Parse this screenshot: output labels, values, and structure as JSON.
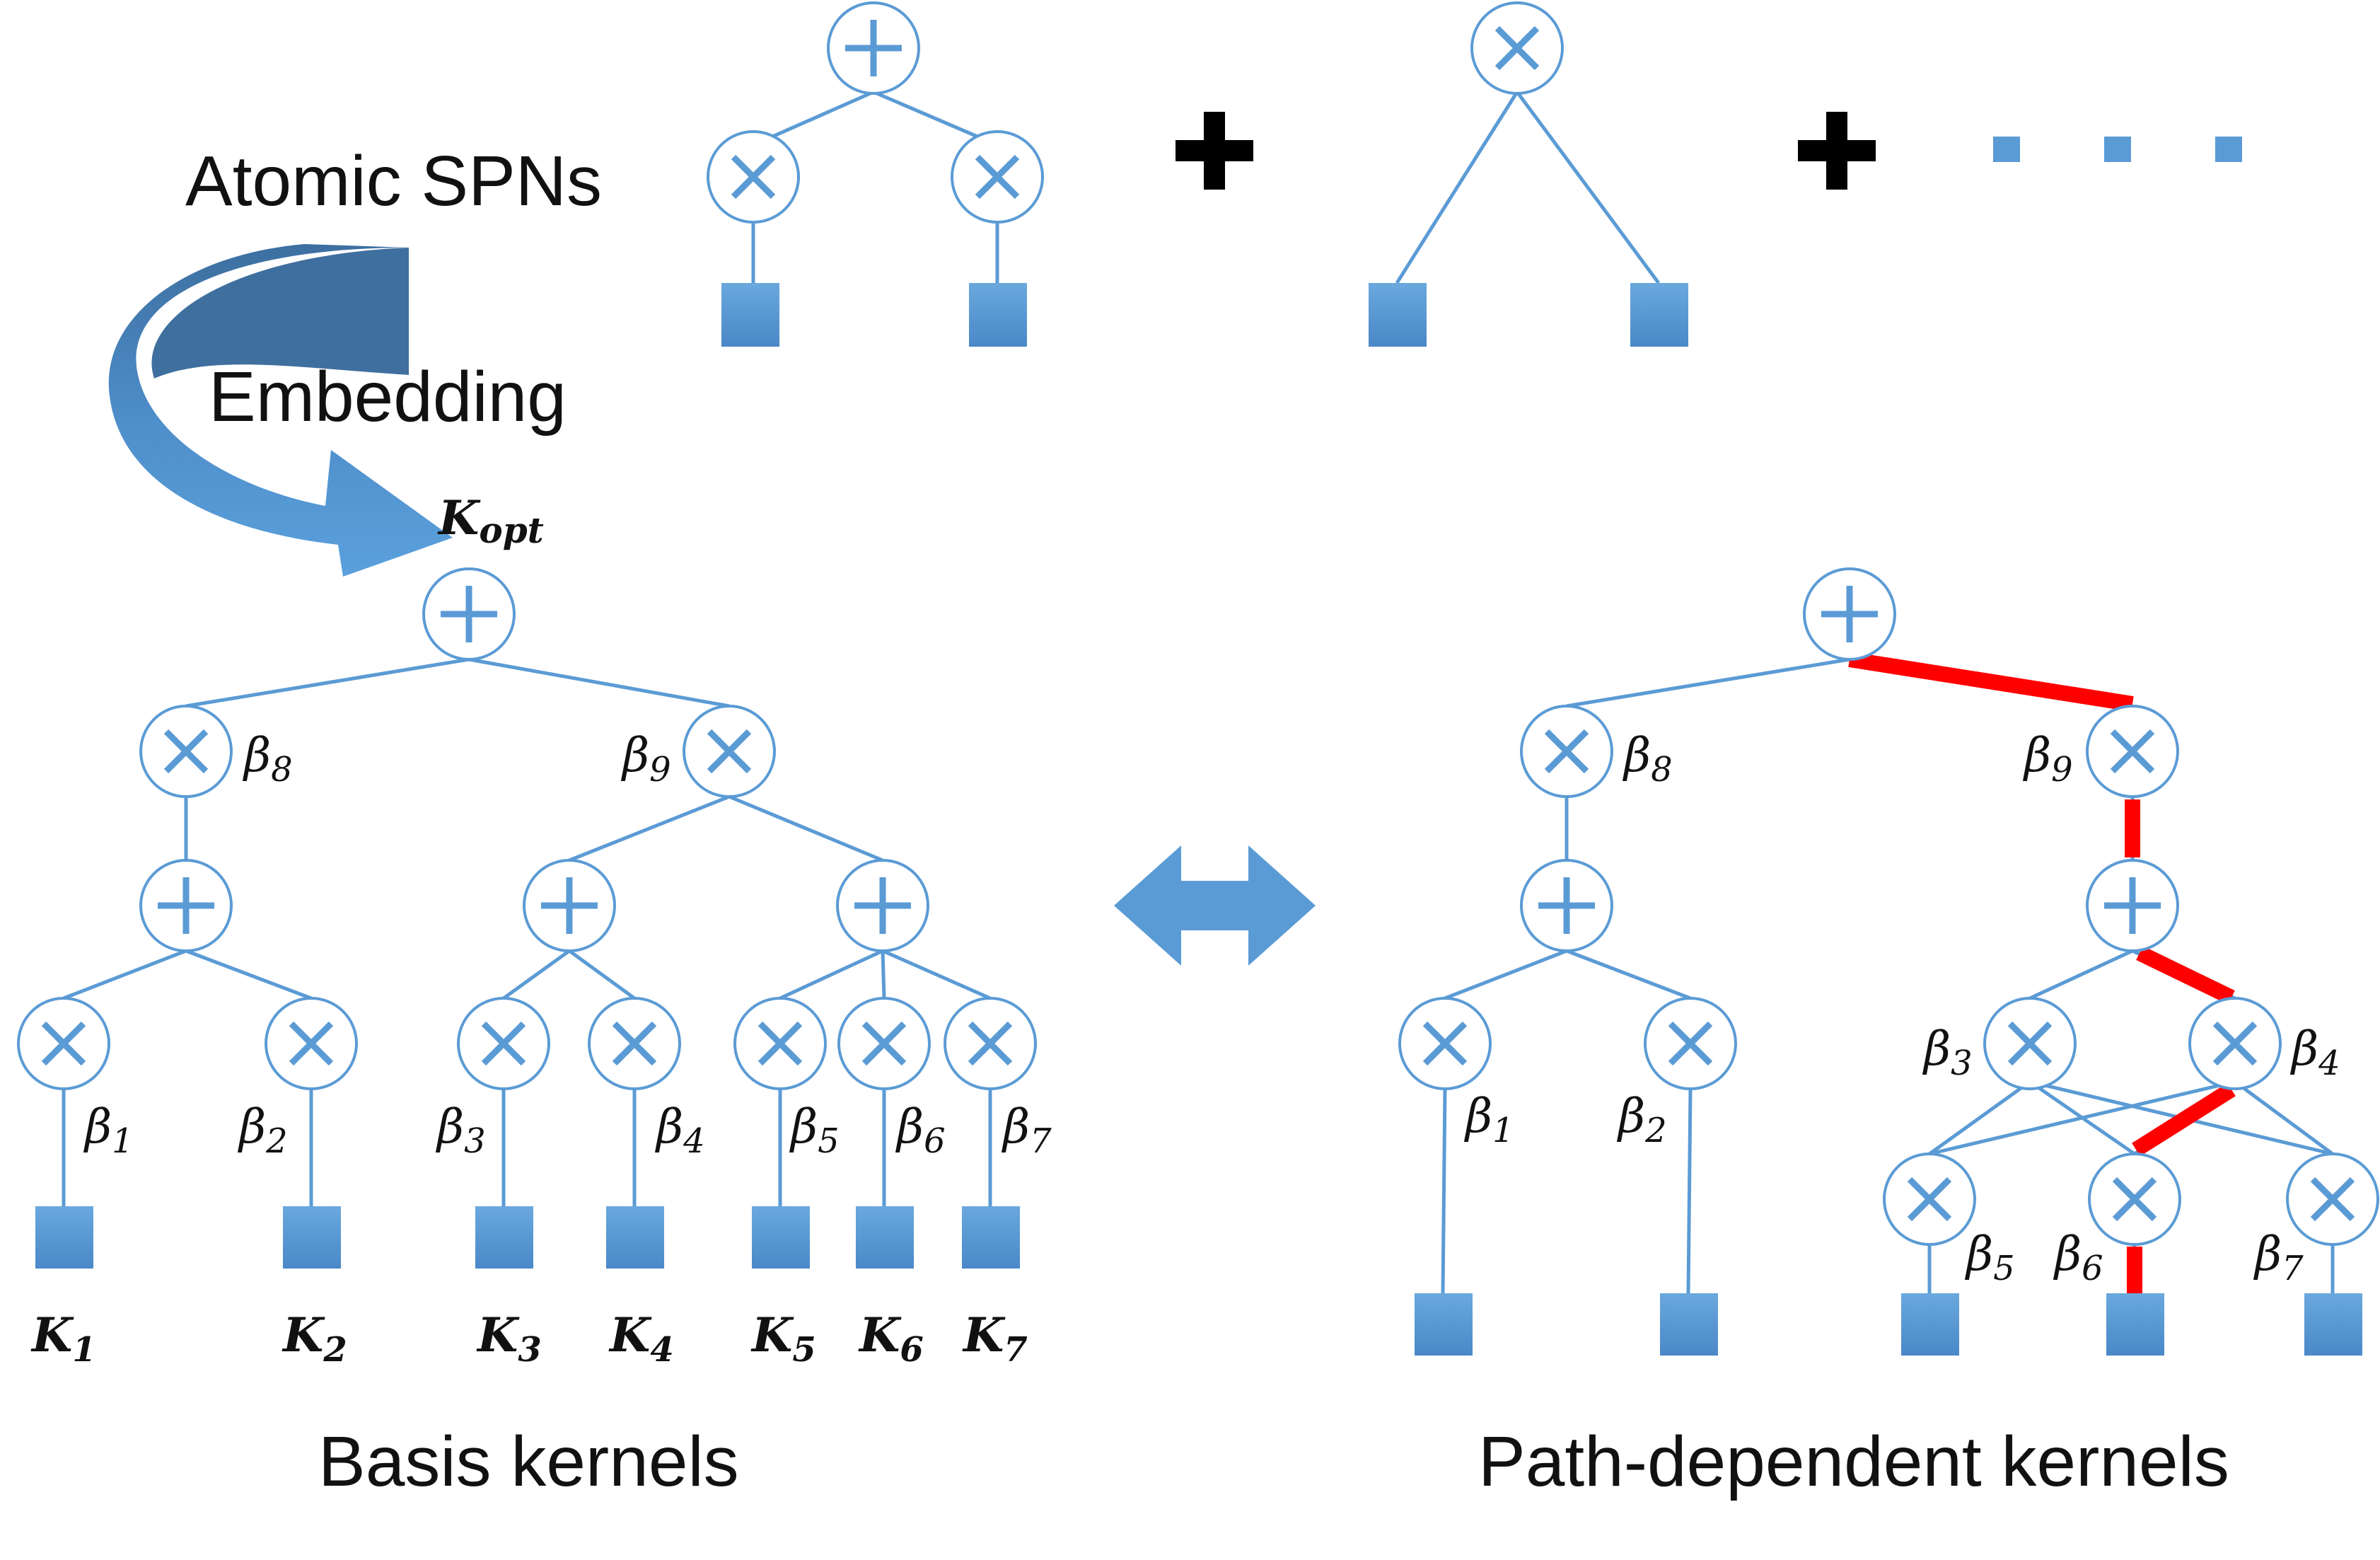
{
  "labels": {
    "atomic": "Atomic SPNs",
    "embedding": "Embedding",
    "basis": "Basis kernels",
    "path": "Path-dependent kernels"
  },
  "k_opt": {
    "base": "K",
    "sub": "opt"
  },
  "left_tree": {
    "betas": [
      {
        "base": "β",
        "sub": "8"
      },
      {
        "base": "β",
        "sub": "9"
      },
      {
        "base": "β",
        "sub": "1"
      },
      {
        "base": "β",
        "sub": "2"
      },
      {
        "base": "β",
        "sub": "3"
      },
      {
        "base": "β",
        "sub": "4"
      },
      {
        "base": "β",
        "sub": "5"
      },
      {
        "base": "β",
        "sub": "6"
      },
      {
        "base": "β",
        "sub": "7"
      }
    ],
    "kernels": [
      {
        "base": "K",
        "sub": "1"
      },
      {
        "base": "K",
        "sub": "2"
      },
      {
        "base": "K",
        "sub": "3"
      },
      {
        "base": "K",
        "sub": "4"
      },
      {
        "base": "K",
        "sub": "5"
      },
      {
        "base": "K",
        "sub": "6"
      },
      {
        "base": "K",
        "sub": "7"
      }
    ]
  },
  "right_tree": {
    "betas": [
      {
        "base": "β",
        "sub": "8"
      },
      {
        "base": "β",
        "sub": "9"
      },
      {
        "base": "β",
        "sub": "1"
      },
      {
        "base": "β",
        "sub": "2"
      },
      {
        "base": "β",
        "sub": "3"
      },
      {
        "base": "β",
        "sub": "4"
      },
      {
        "base": "β",
        "sub": "5"
      },
      {
        "base": "β",
        "sub": "6"
      },
      {
        "base": "β",
        "sub": "7"
      }
    ]
  },
  "colors": {
    "node_stroke": "#5b9bd5",
    "leaf_fill": "#5b9bd5",
    "path_highlight": "#ff0000",
    "arrow_dark": "#3f6f9e",
    "plus_sign": "#000000"
  }
}
